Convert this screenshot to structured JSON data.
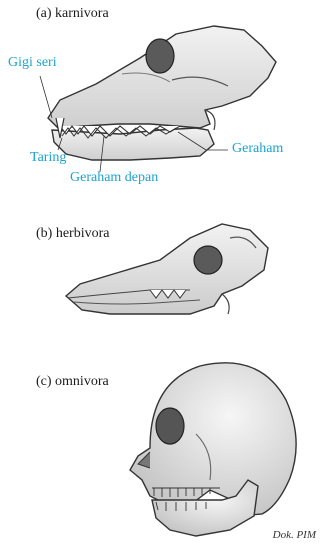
{
  "colors": {
    "callout": "#1aa3d4",
    "bone_fill": "#e8e8e8",
    "bone_shade": "#bdbdbd",
    "outline": "#333333"
  },
  "panels": [
    {
      "label": "(a) karnivora",
      "icon": "carnivore-skull-icon"
    },
    {
      "label": "(b) herbivora",
      "icon": "herbivore-skull-icon"
    },
    {
      "label": "(c) omnivora",
      "icon": "omnivore-skull-icon"
    }
  ],
  "callouts": {
    "incisor": "Gigi seri",
    "canine": "Taring",
    "premolar": "Geraham depan",
    "molar": "Geraham"
  },
  "credit": "Dok. PIM"
}
